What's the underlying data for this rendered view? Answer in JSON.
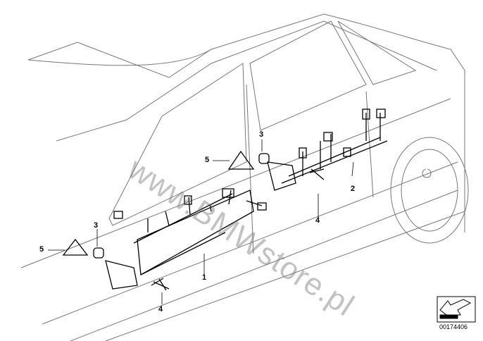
{
  "diagram": {
    "callouts": [
      {
        "id": "1",
        "text": "1"
      },
      {
        "id": "2",
        "text": "2"
      },
      {
        "id": "3a",
        "text": "3"
      },
      {
        "id": "3b",
        "text": "3"
      },
      {
        "id": "4a",
        "text": "4"
      },
      {
        "id": "4b",
        "text": "4"
      },
      {
        "id": "5a",
        "text": "5"
      },
      {
        "id": "5b",
        "text": "5"
      }
    ],
    "watermark": "www.BMWstore.pl",
    "document_number": "00174406",
    "icon": "direction-arrow-icon"
  }
}
